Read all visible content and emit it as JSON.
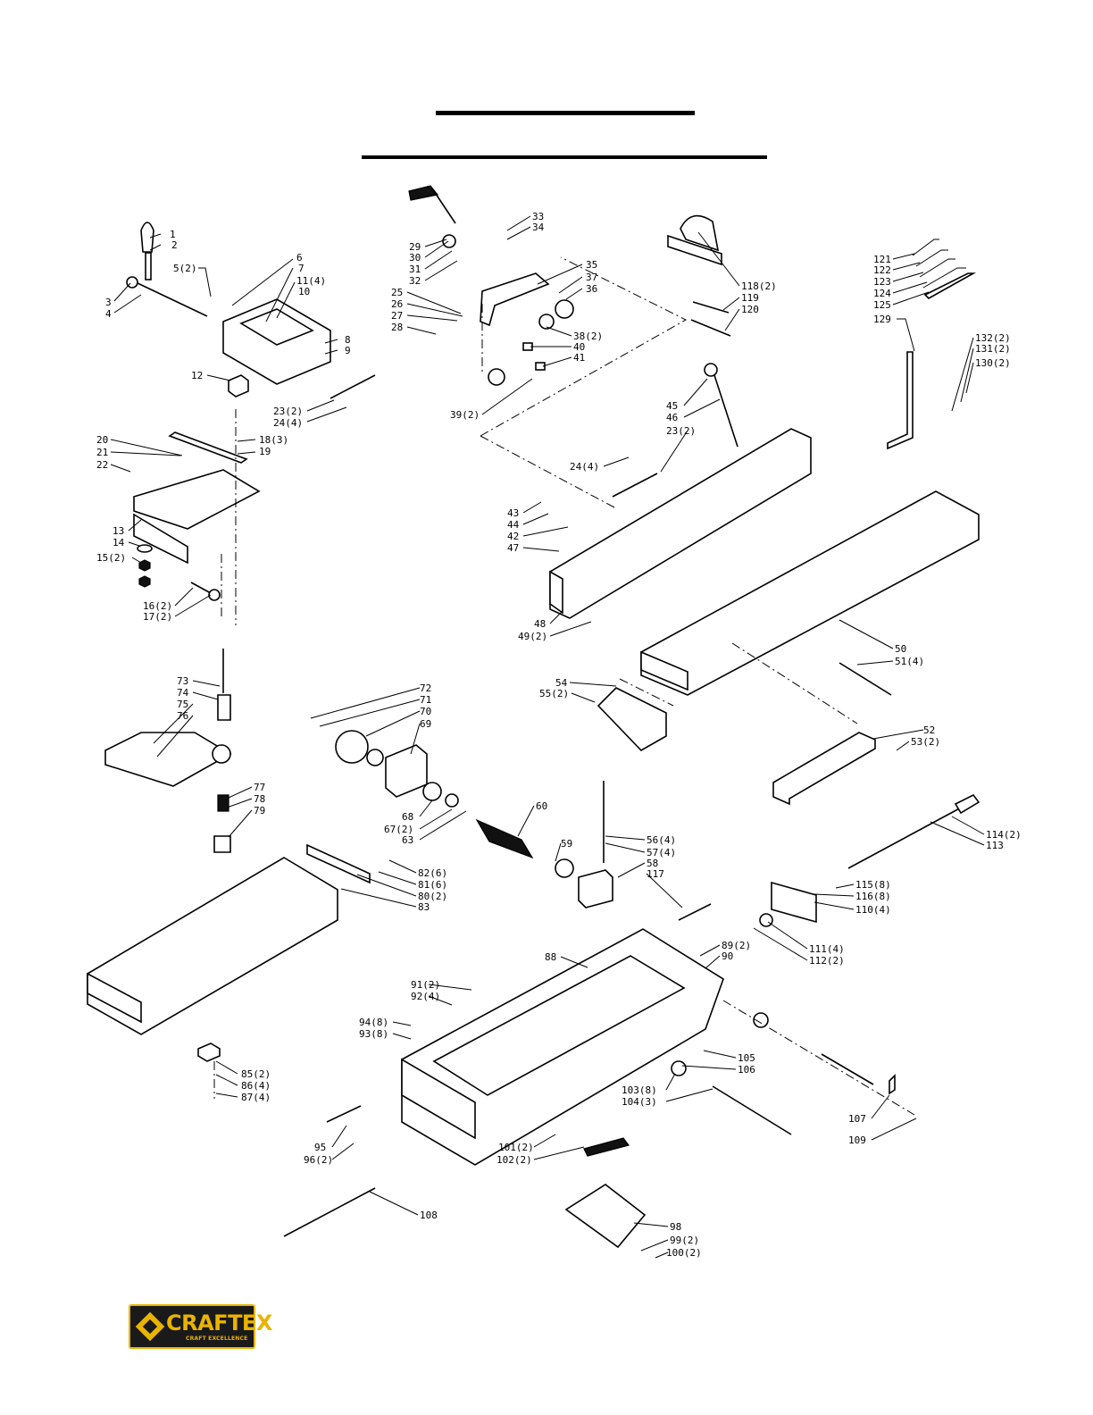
{
  "brand": {
    "name": "CRAFTEX",
    "tagline": "CRAFT EXCELLENCE",
    "colors": {
      "gold": "#e9b400",
      "dark": "#1a1a1a"
    }
  },
  "labels": [
    {
      "id": "1",
      "text": "1"
    },
    {
      "id": "2",
      "text": "2"
    },
    {
      "id": "3",
      "text": "3"
    },
    {
      "id": "4",
      "text": "4"
    },
    {
      "id": "5",
      "text": "5(2)"
    },
    {
      "id": "6",
      "text": "6"
    },
    {
      "id": "7",
      "text": "7"
    },
    {
      "id": "11",
      "text": "11(4)"
    },
    {
      "id": "10",
      "text": "10"
    },
    {
      "id": "8",
      "text": "8"
    },
    {
      "id": "9",
      "text": "9"
    },
    {
      "id": "12",
      "text": "12"
    },
    {
      "id": "23a",
      "text": "23(2)"
    },
    {
      "id": "24a",
      "text": "24(4)"
    },
    {
      "id": "20",
      "text": "20"
    },
    {
      "id": "21",
      "text": "21"
    },
    {
      "id": "22",
      "text": "22"
    },
    {
      "id": "18",
      "text": "18(3)"
    },
    {
      "id": "19",
      "text": "19"
    },
    {
      "id": "13",
      "text": "13"
    },
    {
      "id": "14",
      "text": "14"
    },
    {
      "id": "15",
      "text": "15(2)"
    },
    {
      "id": "16",
      "text": "16(2)"
    },
    {
      "id": "17",
      "text": "17(2)"
    },
    {
      "id": "29",
      "text": "29"
    },
    {
      "id": "30",
      "text": "30"
    },
    {
      "id": "31",
      "text": "31"
    },
    {
      "id": "32",
      "text": "32"
    },
    {
      "id": "33",
      "text": "33"
    },
    {
      "id": "34",
      "text": "34"
    },
    {
      "id": "35",
      "text": "35"
    },
    {
      "id": "37",
      "text": "37"
    },
    {
      "id": "36",
      "text": "36"
    },
    {
      "id": "25",
      "text": "25"
    },
    {
      "id": "26",
      "text": "26"
    },
    {
      "id": "27",
      "text": "27"
    },
    {
      "id": "28",
      "text": "28"
    },
    {
      "id": "38",
      "text": "38(2)"
    },
    {
      "id": "40",
      "text": "40"
    },
    {
      "id": "41",
      "text": "41"
    },
    {
      "id": "39",
      "text": "39(2)"
    },
    {
      "id": "118",
      "text": "118(2)"
    },
    {
      "id": "119",
      "text": "119"
    },
    {
      "id": "120",
      "text": "120"
    },
    {
      "id": "121",
      "text": "121"
    },
    {
      "id": "122",
      "text": "122"
    },
    {
      "id": "123",
      "text": "123"
    },
    {
      "id": "124",
      "text": "124"
    },
    {
      "id": "125",
      "text": "125"
    },
    {
      "id": "129",
      "text": "129"
    },
    {
      "id": "132",
      "text": "132(2)"
    },
    {
      "id": "131",
      "text": "131(2)"
    },
    {
      "id": "130",
      "text": "130(2)"
    },
    {
      "id": "45",
      "text": "45"
    },
    {
      "id": "46",
      "text": "46"
    },
    {
      "id": "23b",
      "text": "23(2)"
    },
    {
      "id": "24b",
      "text": "24(4)"
    },
    {
      "id": "43",
      "text": "43"
    },
    {
      "id": "44",
      "text": "44"
    },
    {
      "id": "42",
      "text": "42"
    },
    {
      "id": "47",
      "text": "47"
    },
    {
      "id": "48",
      "text": "48"
    },
    {
      "id": "49",
      "text": "49(2)"
    },
    {
      "id": "50",
      "text": "50"
    },
    {
      "id": "51",
      "text": "51(4)"
    },
    {
      "id": "54",
      "text": "54"
    },
    {
      "id": "55",
      "text": "55(2)"
    },
    {
      "id": "52",
      "text": "52"
    },
    {
      "id": "53",
      "text": "53(2)"
    },
    {
      "id": "73",
      "text": "73"
    },
    {
      "id": "74",
      "text": "74"
    },
    {
      "id": "75",
      "text": "75"
    },
    {
      "id": "76",
      "text": "76"
    },
    {
      "id": "77",
      "text": "77"
    },
    {
      "id": "78",
      "text": "78"
    },
    {
      "id": "79",
      "text": "79"
    },
    {
      "id": "72",
      "text": "72"
    },
    {
      "id": "71",
      "text": "71"
    },
    {
      "id": "70",
      "text": "70"
    },
    {
      "id": "69",
      "text": "69"
    },
    {
      "id": "68a",
      "text": "68"
    },
    {
      "id": "67",
      "text": "67(2)"
    },
    {
      "id": "63",
      "text": "63"
    },
    {
      "id": "60",
      "text": "60"
    },
    {
      "id": "59",
      "text": "59"
    },
    {
      "id": "56",
      "text": "56(4)"
    },
    {
      "id": "57",
      "text": "57(4)"
    },
    {
      "id": "58",
      "text": "58"
    },
    {
      "id": "117",
      "text": "117"
    },
    {
      "id": "114",
      "text": "114(2)"
    },
    {
      "id": "113",
      "text": "113"
    },
    {
      "id": "115",
      "text": "115(8)"
    },
    {
      "id": "116",
      "text": "116(8)"
    },
    {
      "id": "110",
      "text": "110(4)"
    },
    {
      "id": "111",
      "text": "111(4)"
    },
    {
      "id": "112",
      "text": "112(2)"
    },
    {
      "id": "82",
      "text": "82(6)"
    },
    {
      "id": "81",
      "text": "81(6)"
    },
    {
      "id": "80",
      "text": "80(2)"
    },
    {
      "id": "83",
      "text": "83"
    },
    {
      "id": "88",
      "text": "88"
    },
    {
      "id": "89",
      "text": "89(2)"
    },
    {
      "id": "90",
      "text": "90"
    },
    {
      "id": "91",
      "text": "91(2)"
    },
    {
      "id": "92",
      "text": "92(4)"
    },
    {
      "id": "94",
      "text": "94(8)"
    },
    {
      "id": "93",
      "text": "93(8)"
    },
    {
      "id": "85",
      "text": "85(2)"
    },
    {
      "id": "86",
      "text": "86(4)"
    },
    {
      "id": "87",
      "text": "87(4)"
    },
    {
      "id": "105",
      "text": "105"
    },
    {
      "id": "106",
      "text": "106"
    },
    {
      "id": "103",
      "text": "103(8)"
    },
    {
      "id": "104",
      "text": "104(3)"
    },
    {
      "id": "107",
      "text": "107"
    },
    {
      "id": "109",
      "text": "109"
    },
    {
      "id": "95",
      "text": "95"
    },
    {
      "id": "96",
      "text": "96(2)"
    },
    {
      "id": "101",
      "text": "101(2)"
    },
    {
      "id": "102",
      "text": "102(2)"
    },
    {
      "id": "108",
      "text": "108"
    },
    {
      "id": "98",
      "text": "98"
    },
    {
      "id": "99",
      "text": "99(2)"
    },
    {
      "id": "100",
      "text": "100(2)"
    }
  ]
}
